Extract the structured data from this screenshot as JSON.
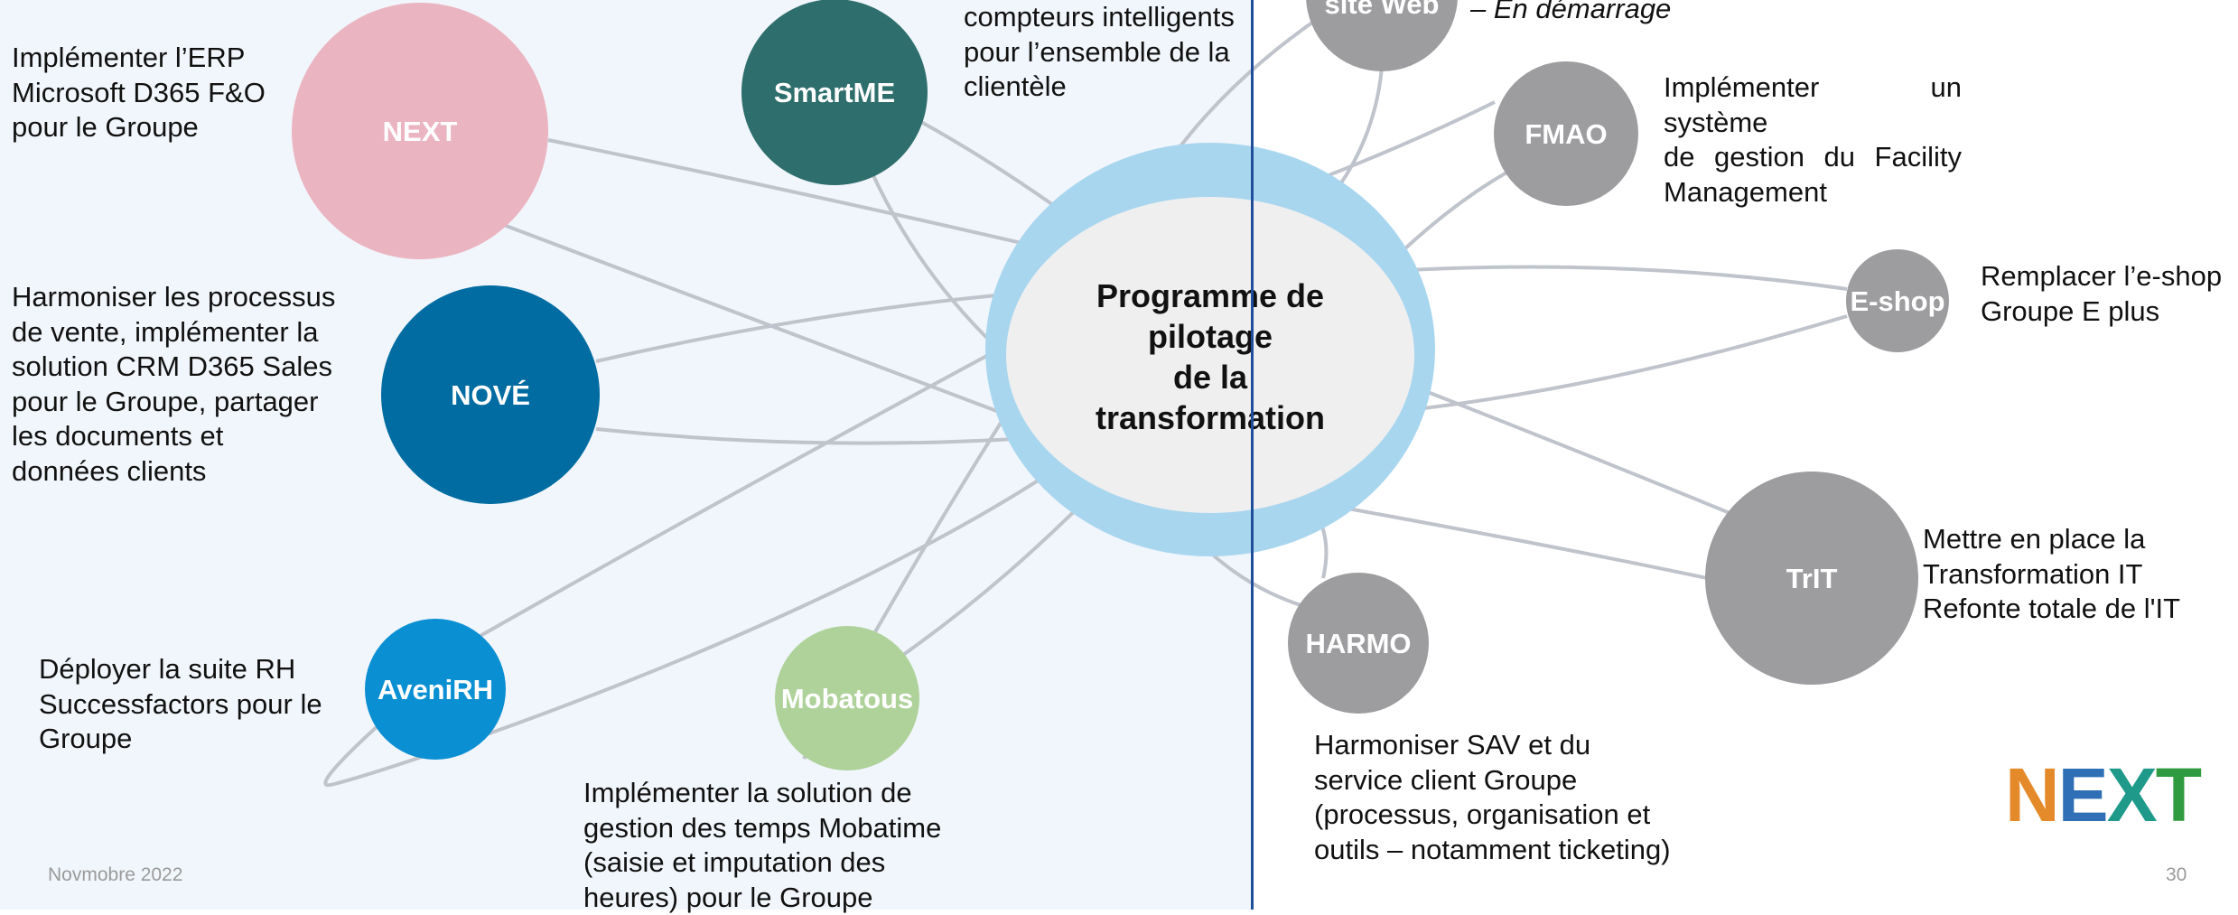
{
  "center": {
    "lines": [
      "Programme de",
      "pilotage",
      "de la",
      "transformation"
    ]
  },
  "nodes": [
    {
      "id": "next",
      "label": "NEXT",
      "color": "#ebb4c1"
    },
    {
      "id": "smartme",
      "label": "SmartME",
      "color": "#2e6e6c"
    },
    {
      "id": "nove",
      "label": "NOVÉ",
      "color": "#006ca1"
    },
    {
      "id": "avenirh",
      "label": "AveniRH",
      "color": "#0b8fd3"
    },
    {
      "id": "mobatous",
      "label": "Mobatous",
      "color": "#aed29a"
    },
    {
      "id": "siteweb",
      "label": "site Web",
      "color": "#9d9da0"
    },
    {
      "id": "fmao",
      "label": "FMAO",
      "color": "#9d9da0"
    },
    {
      "id": "eshop",
      "label": "E-shop",
      "color": "#9d9da0"
    },
    {
      "id": "trit",
      "label": "TrIT",
      "color": "#9d9da0"
    },
    {
      "id": "harmo",
      "label": "HARMO",
      "color": "#9d9da0"
    }
  ],
  "descriptions": {
    "next": [
      "Implémenter l’ERP",
      "Microsoft D365 F&O",
      "pour le Groupe"
    ],
    "smartme": [
      "compteurs intelligents",
      "pour l’ensemble de la",
      "clientèle"
    ],
    "nove": [
      "Harmoniser les processus",
      "de vente, implémenter la",
      "solution CRM D365 Sales",
      "pour le Groupe, partager",
      "les documents et",
      "données clients"
    ],
    "avenirh": [
      "Déployer la suite RH",
      "Successfactors pour le",
      "Groupe"
    ],
    "mobatous": [
      "Implémenter la solution de",
      "gestion des temps Mobatime",
      "(saisie et imputation des",
      "heures) pour le Groupe"
    ],
    "siteweb": [
      "– En démarrage"
    ],
    "fmao": [
      "Implémenter un système",
      "de gestion du Facility",
      "Management"
    ],
    "eshop": [
      "Remplacer l’e-shop",
      "Groupe E plus"
    ],
    "trit": [
      "Mettre en place la",
      "Transformation IT",
      "Refonte totale de l'IT"
    ],
    "harmo": [
      "Harmoniser SAV et du",
      "service client Groupe",
      "(processus, organisation et",
      "outils – notamment ticketing)"
    ]
  },
  "footer": {
    "date": "Novmobre 2022",
    "page": "30"
  },
  "logo": {
    "letters": [
      {
        "char": "N",
        "color": "#e58a2a"
      },
      {
        "char": "E",
        "color": "#2f6fb5"
      },
      {
        "char": "X",
        "color": "#1f9a8a"
      },
      {
        "char": "T",
        "color": "#2f9a3f"
      }
    ]
  },
  "colors": {
    "left_panel": "#f1f6fc",
    "divider": "#1f4e9a",
    "ring": "#a9d6ef",
    "center_fill": "#efefef",
    "connector": "#bfc3cb"
  }
}
